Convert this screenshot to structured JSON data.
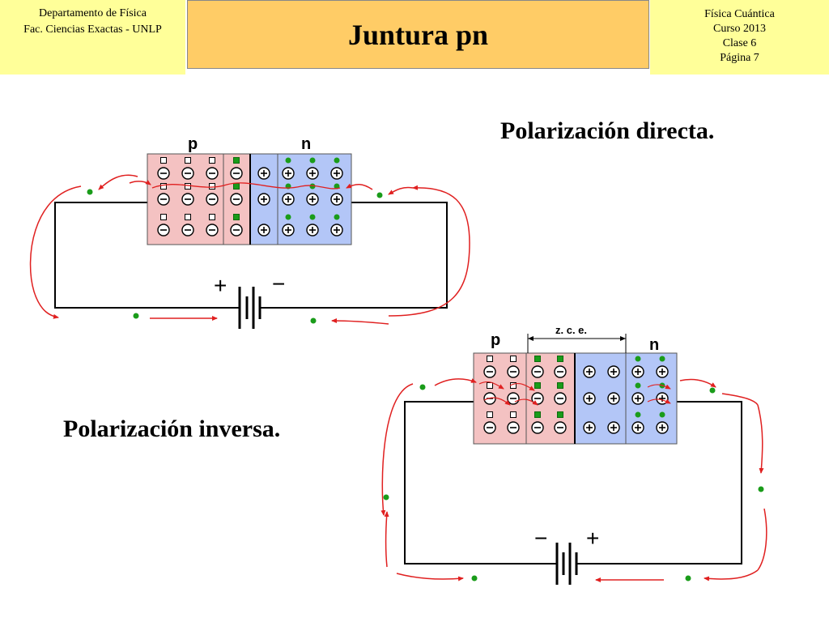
{
  "header": {
    "left": [
      "Departamento de Física",
      "Fac. Ciencias Exactas - UNLP"
    ],
    "title": "Juntura pn",
    "right": [
      "Física Cuántica",
      "Curso 2013",
      "Clase 6",
      "Página 7"
    ]
  },
  "forward": {
    "caption": "Polarización directa.",
    "p_label": "p",
    "n_label": "n",
    "plus": "+",
    "minus": "−"
  },
  "reverse": {
    "caption": "Polarización inversa.",
    "p_label": "p",
    "n_label": "n",
    "zce_label": "z. c. e.",
    "plus": "+",
    "minus": "−"
  },
  "colors": {
    "p_region": "#f4c2c2",
    "n_region": "#b3c6f7",
    "carrier": "#1a9c1a",
    "arrow": "#e02020"
  }
}
